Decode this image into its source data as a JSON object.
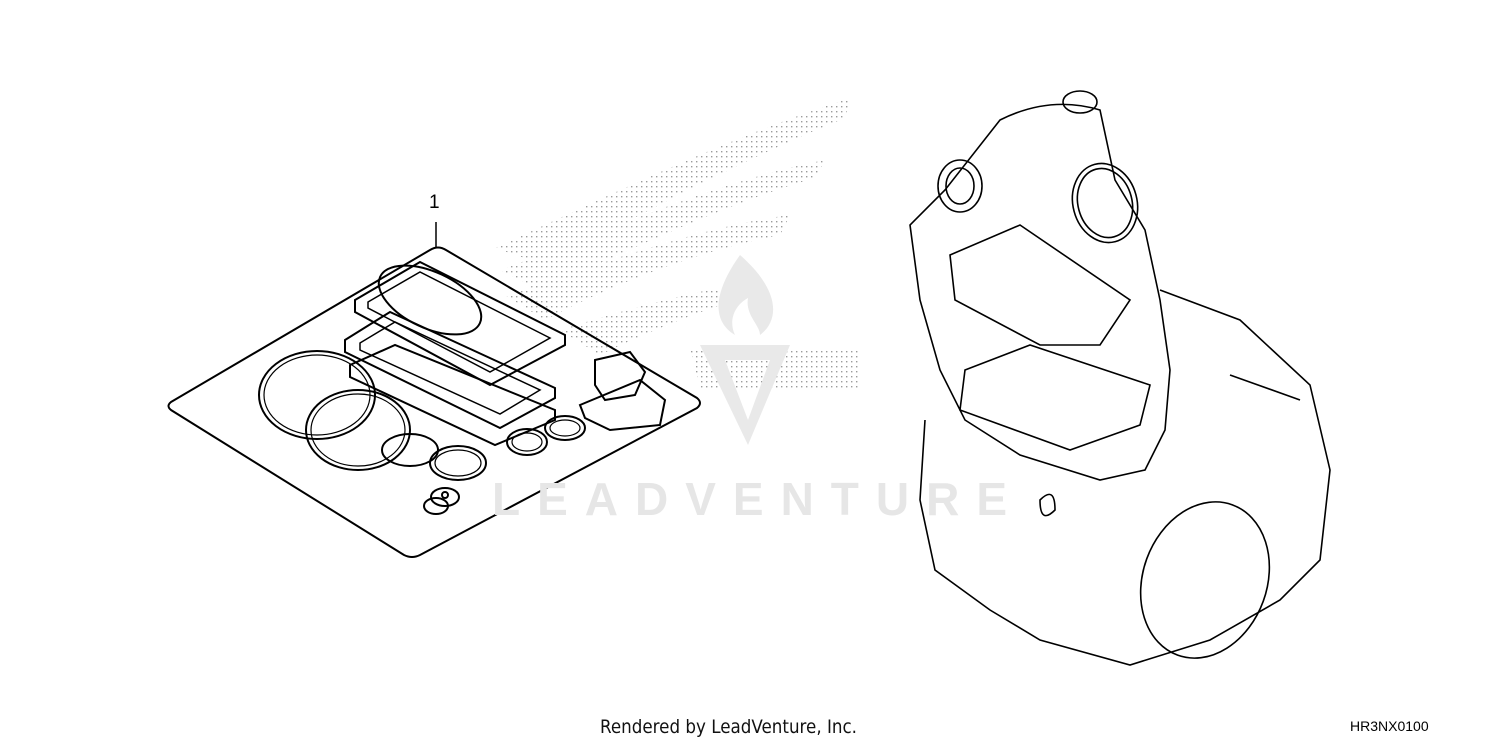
{
  "diagram": {
    "type": "exploded parts diagram",
    "parts": [
      {
        "callout": "1",
        "description": "gasket kit (sheet with cylinder/head gaskets and o-rings)"
      }
    ],
    "reference_illustration": "engine cylinder and crankcase outline with gaskets",
    "watermark": {
      "text": "LEADVENTURE",
      "logos": [
        "wing-logo (dotted)",
        "flame-logo"
      ],
      "color": "#e6e6e6"
    }
  },
  "footer": {
    "credit": "Rendered by LeadVenture, Inc.",
    "code": "HR3NX0100"
  },
  "colors": {
    "background": "#ffffff",
    "line": "#000000",
    "watermark": "#e6e6e6"
  }
}
